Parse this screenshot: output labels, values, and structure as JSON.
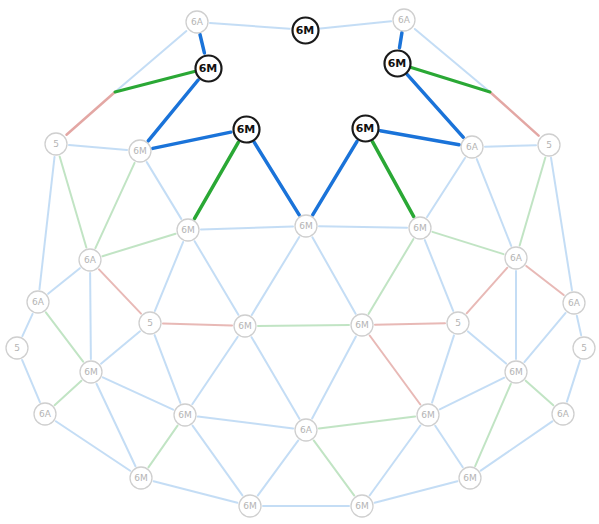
{
  "diagram": {
    "nodes": [
      {
        "text": [
          "6A"
        ]
      },
      {
        "text": [
          "6M"
        ]
      },
      {
        "text": [
          "6A"
        ]
      },
      {
        "text": [
          "6M"
        ]
      },
      {
        "text": [
          "6M"
        ]
      },
      {
        "text": [
          "5"
        ]
      },
      {
        "text": [
          "6M"
        ]
      },
      {
        "text": [
          "6M"
        ]
      },
      {
        "text": [
          "6M"
        ]
      },
      {
        "text": [
          "6A"
        ]
      },
      {
        "text": [
          "5"
        ]
      },
      {
        "text": [
          "6M"
        ]
      },
      {
        "text": [
          "6M"
        ]
      },
      {
        "text": [
          "6M"
        ]
      },
      {
        "text": [
          "6A"
        ]
      },
      {
        "text": [
          "6A"
        ]
      },
      {
        "text": [
          "6A"
        ]
      },
      {
        "text": [
          "6A"
        ]
      },
      {
        "text": [
          "5"
        ]
      },
      {
        "text": [
          "6M"
        ]
      },
      {
        "text": [
          "6M"
        ]
      },
      {
        "text": [
          "5"
        ]
      },
      {
        "text": [
          "5"
        ]
      },
      {
        "text": [
          "5"
        ]
      },
      {
        "text": [
          "6M"
        ]
      },
      {
        "text": [
          "6M"
        ]
      },
      {
        "text": [
          "6A"
        ]
      },
      {
        "text": [
          "6M"
        ]
      },
      {
        "text": [
          "6A"
        ]
      },
      {
        "text": [
          "6M"
        ]
      },
      {
        "text": [
          "6A"
        ]
      },
      {
        "text": [
          "6M"
        ]
      },
      {
        "text": [
          "6M"
        ]
      },
      {
        "text": [
          "6M"
        ]
      },
      {
        "text": [
          "6M"
        ]
      }
    ],
    "edges": [
      {
        "from": 0,
        "to": 3,
        "arrow": "none"
      },
      {
        "from": 3,
        "to": 6,
        "arrow": "none"
      },
      {
        "from": 6,
        "to": 7,
        "arrow": "none"
      },
      {
        "from": 7,
        "to": 11,
        "arrow": "none"
      },
      {
        "from": 7,
        "to": 12,
        "arrow": "none"
      },
      {
        "from": 12,
        "to": 8,
        "arrow": "none"
      },
      {
        "from": 8,
        "to": 13,
        "arrow": "none"
      },
      {
        "from": 8,
        "to": 9,
        "arrow": "none"
      },
      {
        "from": 9,
        "to": 4,
        "arrow": "none"
      },
      {
        "from": 4,
        "to": 2,
        "arrow": "none"
      },
      {
        "from": 0,
        "to": 1,
        "arrow": "none"
      },
      {
        "from": 1,
        "to": 2,
        "arrow": "none"
      },
      {
        "from": 5,
        "to": 6,
        "arrow": "none"
      },
      {
        "from": 9,
        "to": 10,
        "arrow": "none"
      },
      {
        "from": 6,
        "to": 11,
        "arrow": "none"
      },
      {
        "from": 11,
        "to": 12,
        "arrow": "none"
      },
      {
        "from": 12,
        "to": 13,
        "arrow": "none"
      },
      {
        "from": 13,
        "to": 9,
        "arrow": "none"
      },
      {
        "from": 5,
        "to": 14,
        "arrow": "none"
      },
      {
        "from": 10,
        "to": 15,
        "arrow": "none"
      },
      {
        "from": 14,
        "to": 11,
        "arrow": "none"
      },
      {
        "from": 13,
        "to": 15,
        "arrow": "none"
      },
      {
        "from": 6,
        "to": 14,
        "arrow": "none"
      },
      {
        "from": 9,
        "to": 15,
        "arrow": "none"
      },
      {
        "from": 14,
        "to": 18,
        "arrow": "none"
      },
      {
        "from": 15,
        "to": 21,
        "arrow": "none"
      },
      {
        "from": 18,
        "to": 19,
        "arrow": "none"
      },
      {
        "from": 19,
        "to": 20,
        "arrow": "none"
      },
      {
        "from": 20,
        "to": 21,
        "arrow": "none"
      },
      {
        "from": 11,
        "to": 19,
        "arrow": "none"
      },
      {
        "from": 12,
        "to": 19,
        "arrow": "none"
      },
      {
        "from": 12,
        "to": 20,
        "arrow": "none"
      },
      {
        "from": 13,
        "to": 20,
        "arrow": "none"
      },
      {
        "from": 11,
        "to": 18,
        "arrow": "none"
      },
      {
        "from": 13,
        "to": 21,
        "arrow": "none"
      },
      {
        "from": 16,
        "to": 24,
        "arrow": "none"
      },
      {
        "from": 24,
        "to": 27,
        "arrow": "none"
      },
      {
        "from": 27,
        "to": 28,
        "arrow": "none"
      },
      {
        "from": 28,
        "to": 29,
        "arrow": "none"
      },
      {
        "from": 29,
        "to": 25,
        "arrow": "none"
      },
      {
        "from": 25,
        "to": 17,
        "arrow": "none"
      },
      {
        "from": 14,
        "to": 16,
        "arrow": "none"
      },
      {
        "from": 15,
        "to": 17,
        "arrow": "none"
      },
      {
        "from": 18,
        "to": 24,
        "arrow": "none"
      },
      {
        "from": 18,
        "to": 27,
        "arrow": "none"
      },
      {
        "from": 19,
        "to": 27,
        "arrow": "none"
      },
      {
        "from": 19,
        "to": 28,
        "arrow": "none"
      },
      {
        "from": 20,
        "to": 28,
        "arrow": "none"
      },
      {
        "from": 20,
        "to": 29,
        "arrow": "none"
      },
      {
        "from": 21,
        "to": 29,
        "arrow": "none"
      },
      {
        "from": 21,
        "to": 25,
        "arrow": "none"
      },
      {
        "from": 26,
        "to": 31,
        "arrow": "none"
      },
      {
        "from": 31,
        "to": 33,
        "arrow": "none"
      },
      {
        "from": 33,
        "to": 34,
        "arrow": "none"
      },
      {
        "from": 34,
        "to": 32,
        "arrow": "none"
      },
      {
        "from": 32,
        "to": 30,
        "arrow": "none"
      },
      {
        "from": 27,
        "to": 31,
        "arrow": "none"
      },
      {
        "from": 27,
        "to": 33,
        "arrow": "none"
      },
      {
        "from": 28,
        "to": 33,
        "arrow": "none"
      },
      {
        "from": 28,
        "to": 34,
        "arrow": "none"
      },
      {
        "from": 29,
        "to": 34,
        "arrow": "none"
      },
      {
        "from": 29,
        "to": 32,
        "arrow": "none"
      },
      {
        "from": 24,
        "to": 26,
        "arrow": "none"
      },
      {
        "from": 24,
        "to": 31,
        "arrow": "none"
      },
      {
        "from": 25,
        "to": 30,
        "arrow": "none"
      },
      {
        "from": 25,
        "to": 32,
        "arrow": "none"
      },
      {
        "from": 22,
        "to": 26,
        "arrow": "none"
      },
      {
        "from": 23,
        "to": 30,
        "arrow": "none"
      },
      {
        "from": 22,
        "to": 16,
        "arrow": "none"
      },
      {
        "from": 23,
        "to": 17,
        "arrow": "none"
      },
      {
        "from": 5,
        "to": 16,
        "arrow": "none"
      },
      {
        "from": 10,
        "to": 17,
        "arrow": "none"
      },
      {
        "from": 14,
        "to": 24,
        "arrow": "none"
      },
      {
        "from": 15,
        "to": 25,
        "arrow": "none"
      }
    ]
  }
}
